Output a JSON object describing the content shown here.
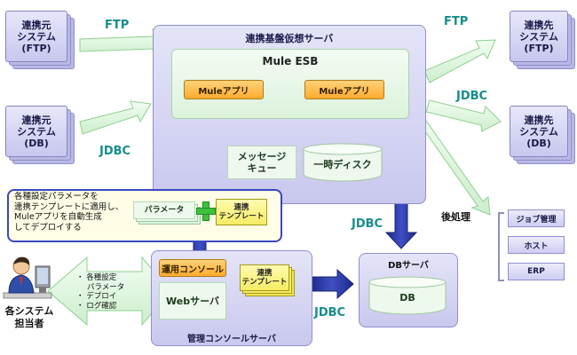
{
  "source_systems": {
    "ftp": {
      "line1": "連携元",
      "line2": "システム",
      "line3": "(FTP)"
    },
    "db": {
      "line1": "連携元",
      "line2": "システム",
      "line3": "(DB)"
    }
  },
  "target_systems": {
    "ftp": {
      "line1": "連携先",
      "line2": "システム",
      "line3": "(FTP)"
    },
    "db": {
      "line1": "連携先",
      "line2": "システム",
      "line3": "(DB)"
    }
  },
  "protocols": {
    "ftp_in": "FTP",
    "ftp_out": "FTP",
    "jdbc_in": "JDBC",
    "jdbc_out": "JDBC",
    "jdbc_db": "JDBC",
    "jdbc_console": "JDBC"
  },
  "virtual_server": {
    "title": "連携基盤仮想サーバ",
    "esb_title": "Mule ESB",
    "mule_app_1": "Muleアプリ",
    "mule_app_2": "Muleアプリ",
    "message_queue_line1": "メッセージ",
    "message_queue_line2": "キュー",
    "temp_disk": "一時ディスク"
  },
  "callout": {
    "lines": [
      "各種設定パラメータを",
      "連携テンプレートに適用し、",
      "Muleアプリを自動生成",
      "してデプロイする"
    ],
    "parameter": "パラメータ",
    "template_line1": "連携",
    "template_line2": "テンプレート"
  },
  "post_processing": {
    "label": "後処理",
    "items": [
      "ジョブ管理",
      "ホスト",
      "ERP"
    ]
  },
  "db_server": {
    "title": "DBサーバ",
    "db": "DB"
  },
  "console_server": {
    "title": "管理コンソールサーバ",
    "ops_console": "運用コンソール",
    "web_server": "Webサーバ",
    "template_line1": "連携",
    "template_line2": "テンプレート"
  },
  "operator": {
    "bullets": [
      "各種設定",
      "パラメータ",
      "デプロイ",
      "ログ確認"
    ],
    "label_line1": "各システム",
    "label_line2": "担当者"
  }
}
